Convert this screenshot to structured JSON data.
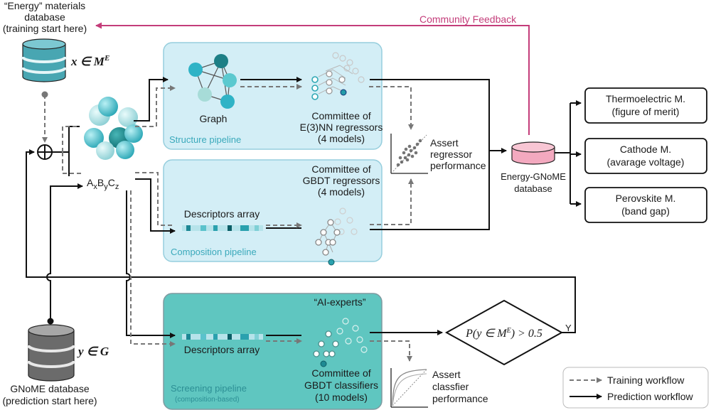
{
  "training_db": {
    "title_line1": "“Energy” materials",
    "title_line2": "database",
    "title_line3": "(training start here)",
    "math": "x ∈ M",
    "math_sup": "E"
  },
  "prediction_db": {
    "title_line1": "GNoME database",
    "title_line2": "(prediction start here)",
    "math": "y ∈ G"
  },
  "formula": {
    "a": "A",
    "as": "x",
    "b": "B",
    "bs": "y",
    "c": "C",
    "cs": "z"
  },
  "community_feedback": "Community Feedback",
  "structure_pipeline": {
    "label": "Structure pipeline",
    "graph_label": "Graph",
    "committee_line1": "Committee of",
    "committee_line2": "E(3)NN regressors",
    "committee_line3": "(4 models)"
  },
  "composition_pipeline": {
    "label": "Composition pipeline",
    "descriptors_label": "Descriptors array",
    "committee_line1": "Committee of",
    "committee_line2": "GBDT regressors",
    "committee_line3": "(4 models)"
  },
  "screening_pipeline": {
    "label": "Screening pipeline",
    "sublabel": "(composition-based)",
    "experts_label": "“AI-experts”",
    "descriptors_label": "Descriptors array",
    "committee_line1": "Committee of",
    "committee_line2": "GBDT classifiers",
    "committee_line3": "(10 models)"
  },
  "assert_regressor": {
    "line1": "Assert",
    "line2": "regressor",
    "line3": "performance"
  },
  "assert_classifier": {
    "line1": "Assert",
    "line2": "classfier",
    "line3": "performance"
  },
  "energy_db": {
    "line1": "Energy-GNoME",
    "line2": "database"
  },
  "outputs": [
    {
      "line1": "Thermoelectric M.",
      "line2": "(figure of merit)"
    },
    {
      "line1": "Cathode M.",
      "line2": "(avarage voltage)"
    },
    {
      "line1": "Perovskite M.",
      "line2": "(band gap)"
    }
  ],
  "decision": {
    "expr": "P(y ∈ M",
    "sup": "E",
    "tail": ") > 0.5",
    "yes": "Y"
  },
  "legend": {
    "training": "Training workflow",
    "prediction": "Prediction workflow"
  },
  "colors": {
    "pipeline_fill": "#d3eef6",
    "pipeline_stroke": "#96cedd",
    "screening_fill": "#5fc6c0",
    "accent_teal": "#3aa9bb",
    "feedback_pink": "#c43d7a",
    "db_pink": "#f3a9bf"
  },
  "icons": [
    "database-icon",
    "crystal-structure-icon",
    "graph-icon",
    "neural-net-icon",
    "tree-ensemble-icon",
    "scatter-plot-icon",
    "roc-curve-icon",
    "descriptor-array-icon",
    "oplus-icon"
  ]
}
